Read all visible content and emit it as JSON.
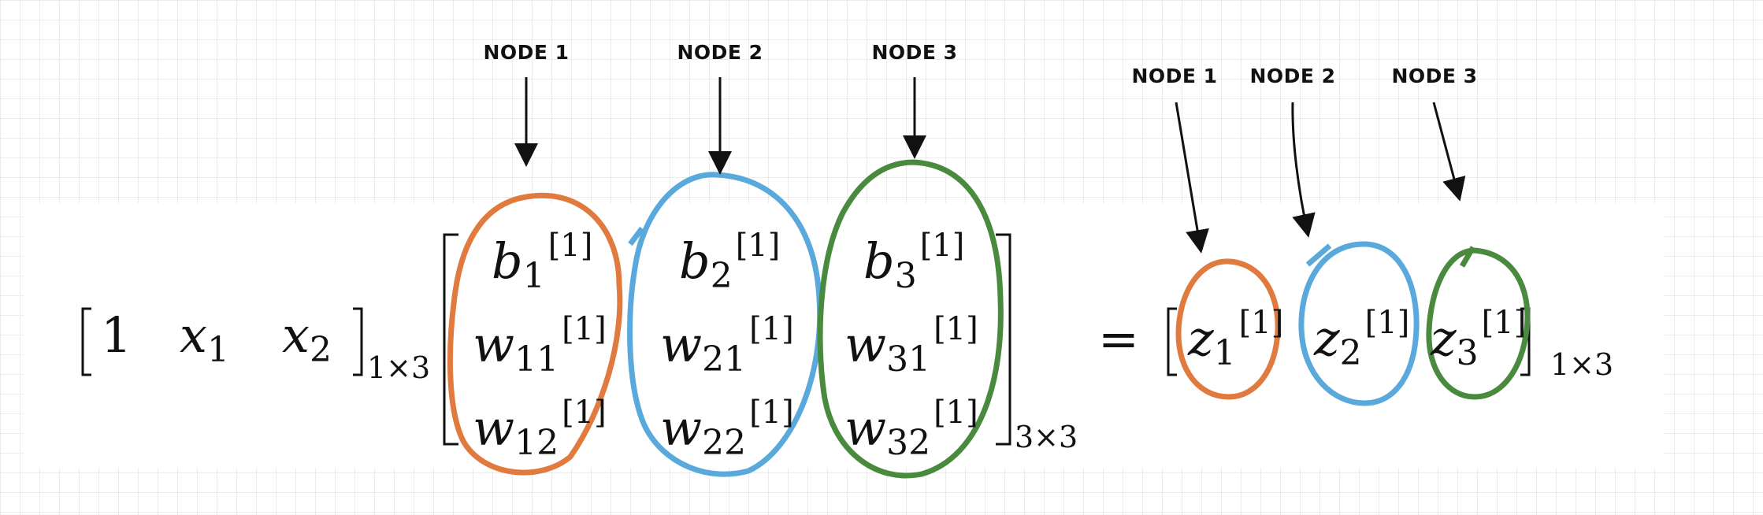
{
  "node_labels": {
    "left": [
      "NODE 1",
      "NODE 2",
      "NODE 3"
    ],
    "right": [
      "NODE 1",
      "NODE 2",
      "NODE 3"
    ]
  },
  "input_row": {
    "entries": [
      "1",
      "x",
      "x"
    ],
    "subscripts": [
      "",
      "1",
      "2"
    ],
    "dimension": "1×3"
  },
  "weight_matrix": {
    "columns": [
      {
        "rows": [
          {
            "sym": "b",
            "sub": "1",
            "sup": "[1]"
          },
          {
            "sym": "w",
            "sub": "11",
            "sup": "[1]"
          },
          {
            "sym": "w",
            "sub": "12",
            "sup": "[1]"
          }
        ]
      },
      {
        "rows": [
          {
            "sym": "b",
            "sub": "2",
            "sup": "[1]"
          },
          {
            "sym": "w",
            "sub": "21",
            "sup": "[1]"
          },
          {
            "sym": "w",
            "sub": "22",
            "sup": "[1]"
          }
        ]
      },
      {
        "rows": [
          {
            "sym": "b",
            "sub": "3",
            "sup": "[1]"
          },
          {
            "sym": "w",
            "sub": "31",
            "sup": "[1]"
          },
          {
            "sym": "w",
            "sub": "32",
            "sup": "[1]"
          }
        ]
      }
    ],
    "dimension": "3×3"
  },
  "equals": "=",
  "output_row": {
    "entries": [
      {
        "sym": "z",
        "sub": "1",
        "sup": "[1]"
      },
      {
        "sym": "z",
        "sub": "2",
        "sup": "[1]"
      },
      {
        "sym": "z",
        "sub": "3",
        "sup": "[1]"
      }
    ],
    "dimension": "1×3"
  },
  "colors": {
    "node1": "#e07a3f",
    "node2": "#5aa9dc",
    "node3": "#4a8a3f",
    "arrow": "#111111"
  }
}
